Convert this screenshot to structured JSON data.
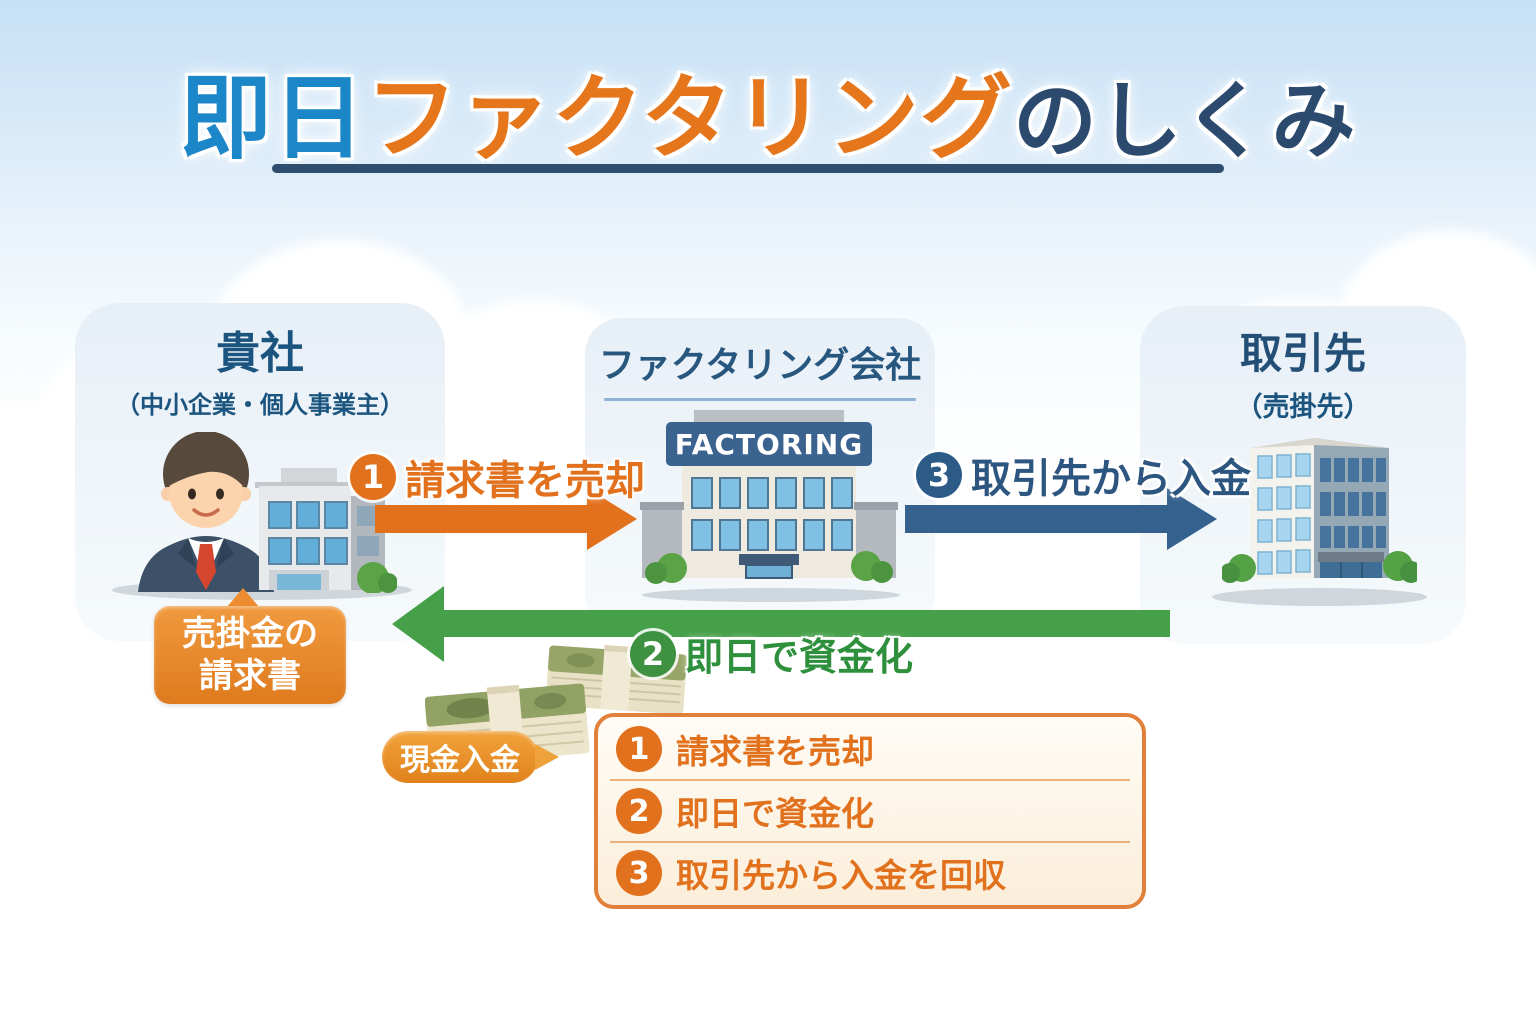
{
  "title": {
    "part1": "即日",
    "part2": "ファクタリング",
    "part3": "のしくみ"
  },
  "entities": {
    "company": {
      "name": "貴社",
      "subtitle": "（中小企業・個人事業主）"
    },
    "factoring": {
      "name": "ファクタリング会社",
      "sign": "FACTORING"
    },
    "client": {
      "name": "取引先",
      "subtitle": "（売掛先）"
    }
  },
  "arrows": {
    "step1": {
      "num": "1",
      "label": "請求書を売却"
    },
    "step2": {
      "num": "2",
      "label": "即日で資金化"
    },
    "step3": {
      "num": "3",
      "label": "取引先から入金"
    }
  },
  "callouts": {
    "invoice": {
      "line1": "売掛金の",
      "line2": "請求書"
    },
    "cash": "現金入金"
  },
  "legend": {
    "items": [
      {
        "num": "1",
        "label": "請求書を売却"
      },
      {
        "num": "2",
        "label": "即日で資金化"
      },
      {
        "num": "3",
        "label": "取引先から入金を回収"
      }
    ]
  },
  "colors": {
    "title_blue": "#1b86c8",
    "title_orange": "#e5761c",
    "title_navy": "#2c4a6e",
    "arrow_orange": "#e2711d",
    "arrow_blue": "#35618f",
    "arrow_green": "#45a049",
    "legend_border": "#e0803a",
    "card_background": "#eef4f9"
  }
}
